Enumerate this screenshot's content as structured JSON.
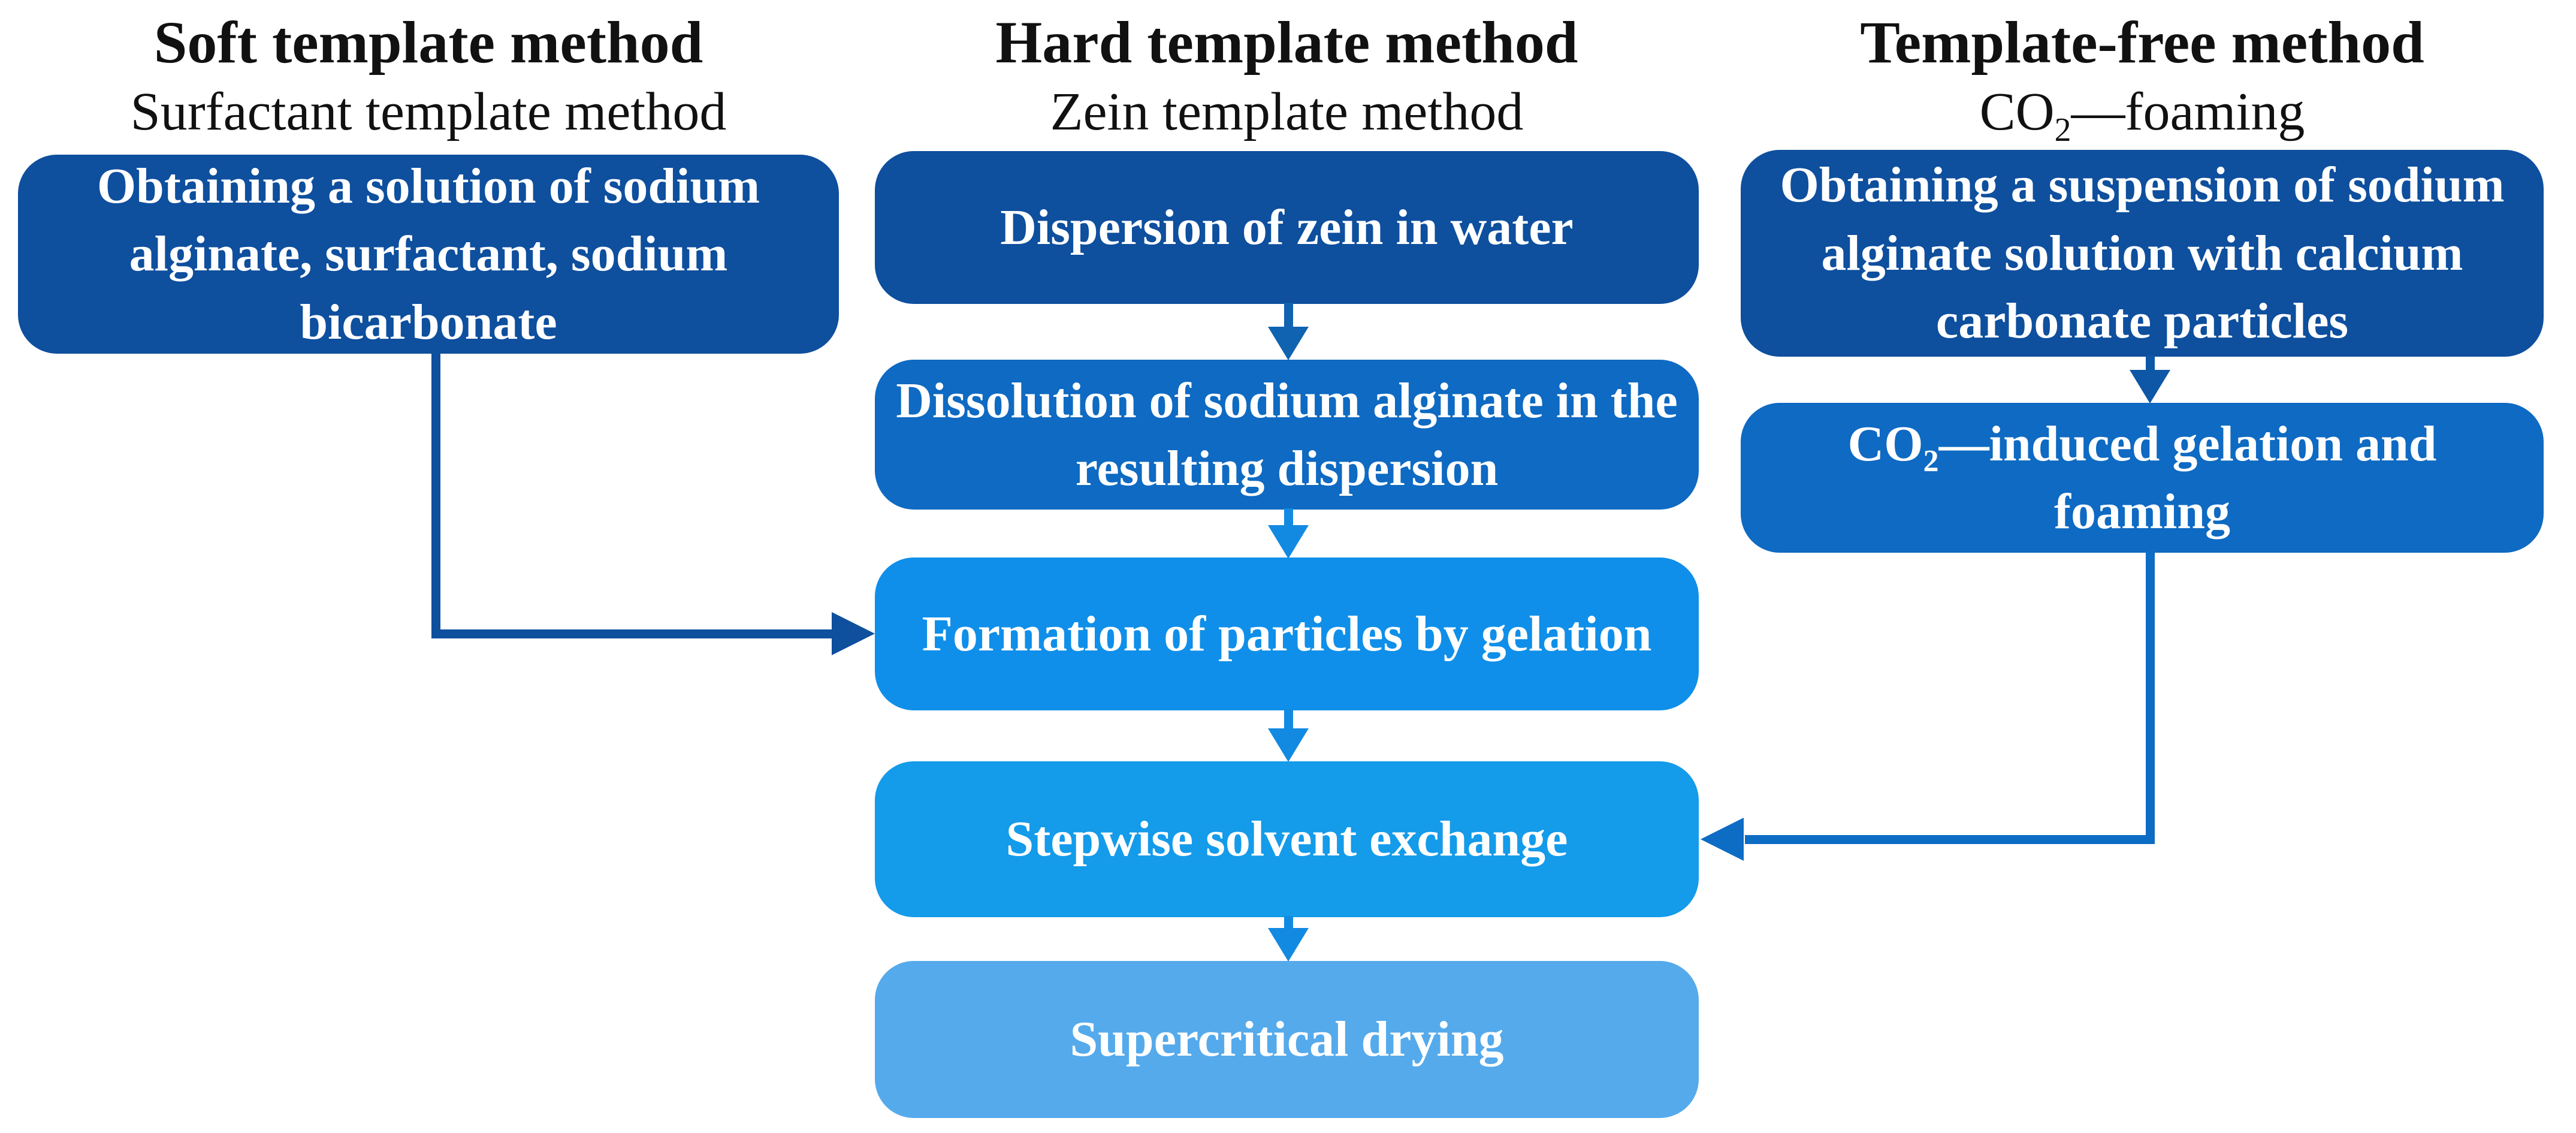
{
  "diagram": {
    "title_implicit": "Alginate aerogel preparation methods flowchart",
    "palette": {
      "navy": "#0e4f9e",
      "medium_blue": "#0e6ac2",
      "bright_blue": "#0f8fe9",
      "bright_blue_2": "#149bea",
      "light_blue": "#55aaec",
      "arrow_medium": "#0f63b0",
      "arrow_bright": "#128ae2",
      "arrow_dark": "#0d57a6",
      "connector_left": "#0e4f9e",
      "connector_right": "#0d6cc4",
      "text_on_box": "#ffffff",
      "header_text": "#111111"
    },
    "columns": [
      {
        "id": "soft",
        "title": "Soft template method",
        "subtitle": "Surfactant template method"
      },
      {
        "id": "hard",
        "title": "Hard template method",
        "subtitle": "Zein template method"
      },
      {
        "id": "free",
        "title": "Template-free method",
        "subtitle_pre": "CO",
        "subtitle_sub": "2",
        "subtitle_post": "—foaming"
      }
    ],
    "boxes": {
      "soft_step1": "Obtaining a solution of sodium alginate, surfactant, sodium bicarbonate",
      "hard_step1": "Dispersion of zein in water",
      "hard_step2": "Dissolution of sodium alginate in the resulting dispersion",
      "shared_gelation": "Formation of particles by gelation",
      "shared_solvent_exchange": "Stepwise solvent exchange",
      "shared_supercritical_drying": "Supercritical drying",
      "free_step1": "Obtaining a suspension of sodium alginate solution with calcium carbonate particles",
      "free_step2": {
        "pre": "CO",
        "sub": "2",
        "post": "—induced gelation and foaming"
      }
    }
  }
}
